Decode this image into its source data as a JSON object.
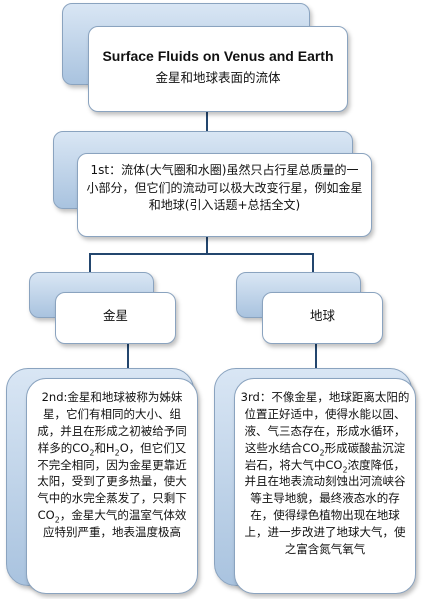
{
  "title": {
    "en": "Surface Fluids on Venus and Earth",
    "zh": "金星和地球表面的流体"
  },
  "first": {
    "prefix": "1st：",
    "text": "流体(大气圈和水圈)虽然只占行星总质量的一小部分，但它们的流动可以极大改变行星，例如金星和地球(引入话题+总括全文)"
  },
  "venus": {
    "label": "金星",
    "text_parts": [
      "2nd:金星和地球被称为姊妹星，它们有相同的大小、组成，并且在形成之初被给予同样多的CO",
      "2",
      "和H",
      "2",
      "O，但它们又不完全相同，因为金星更靠近太阳，受到了更多热量，使大气中的水完全蒸发了，只剩下CO",
      "2",
      "，金星大气的温室气体效应特别严重，地表温度极高"
    ]
  },
  "earth": {
    "label": "地球",
    "text_parts": [
      "3rd：不像金星，地球距离太阳的位置正好适中，使得水能以固、液、气三态存在，形成水循环，这些水结合CO",
      "2",
      "形成碳酸盐沉淀岩石，将大气中CO",
      "2",
      "浓度降低，并且在地表流动刻蚀出河流峡谷等主导地貌，最终液态水的存在，使得绿色植物出现在地球上，进一步改进了地球大气，使之富含氮气氧气"
    ]
  },
  "colors": {
    "connector": "#23466e",
    "box_border": "#8aa3bf",
    "back_box_top": "#d9e6f4",
    "back_box_bottom": "#a9c3df"
  }
}
